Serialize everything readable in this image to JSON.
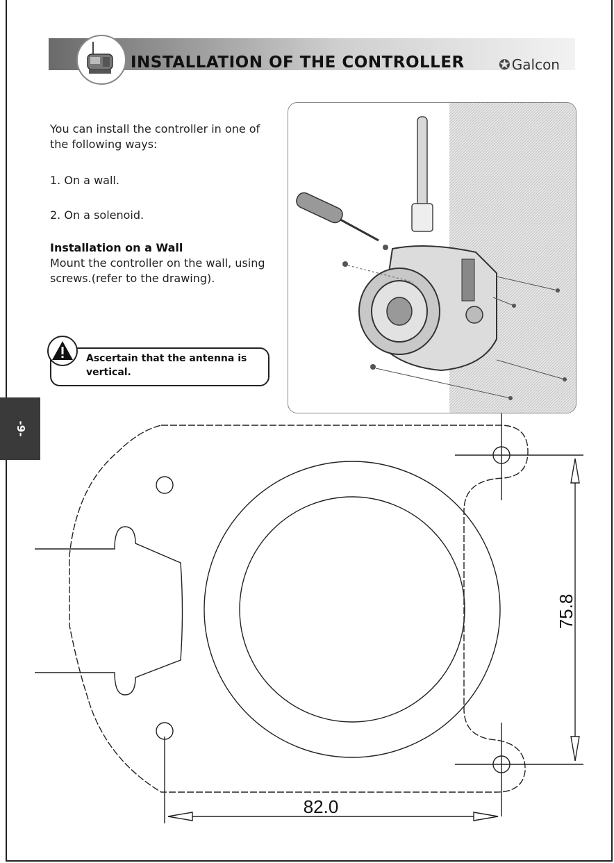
{
  "header": {
    "title": "INSTALLATION OF THE CONTROLLER",
    "brand": "Galcon"
  },
  "intro": "You can install the controller in one of the following ways:",
  "methods": [
    "1. On a wall.",
    "2. On a solenoid."
  ],
  "wall_section": {
    "heading": "Installation on a Wall",
    "body": "Mount the controller on the wall, using screws.(refer to the drawing)."
  },
  "warning": {
    "text": "Ascertain that the antenna is vertical."
  },
  "page_number": "-9-",
  "drawing": {
    "width_dimension": "82.0",
    "height_dimension": "75.8"
  },
  "icons": [
    "controller-badge-icon",
    "warning-triangle-icon",
    "galcon-logo-icon",
    "screwdriver-icon"
  ]
}
